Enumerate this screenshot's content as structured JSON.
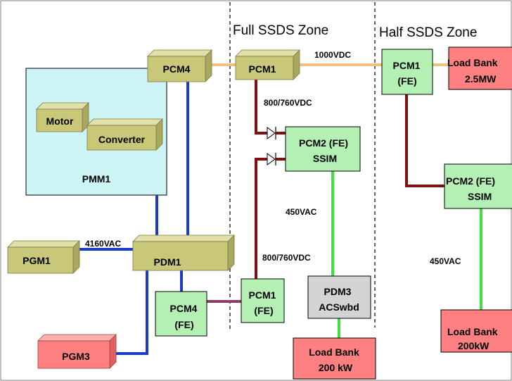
{
  "zones": {
    "full": "Full  SSDS  Zone",
    "half": "Half  SSDS Zone"
  },
  "container": {
    "label": "PMM1"
  },
  "nodes": {
    "pcm4_top": "PCM4",
    "pcm1_top": "PCM1",
    "motor": "Motor",
    "converter": "Converter",
    "pgm1": "PGM1",
    "pdm1": "PDM1",
    "pgm3": "PGM3",
    "pcm2_fe_mid": [
      "PCM2 (FE)",
      "SSIM"
    ],
    "pdm3": [
      "PDM3",
      "ACSwbd"
    ],
    "pcm4_fe": [
      "PCM4",
      "(FE)"
    ],
    "pcm1_fe_bottom": [
      "PCM1",
      "(FE)"
    ],
    "load_bank_bottom": [
      "Load Bank",
      "200 kW"
    ],
    "pcm1_fe_right": [
      "PCM1",
      "(FE)"
    ],
    "load_bank_top_right": [
      "Load Bank",
      "2.5MW"
    ],
    "pcm2_fe_right": [
      "PCM2 (FE)",
      "SSIM"
    ],
    "load_bank_right": [
      "Load Bank",
      "200kW"
    ]
  },
  "edge_labels": {
    "dc_1000": "1000VDC",
    "dc_800_top": "800/760VDC",
    "ac_450_mid": "450VAC",
    "ac_4160": "4160VAC",
    "dc_800_bottom": "800/760VDC",
    "ac_450_right": "450VAC"
  },
  "colors": {
    "olive_box": "#c8c878",
    "green_box": "#b4f0b4",
    "red_box": "#ff8080",
    "gray_box": "#d4d4d4",
    "container_fill": "#cdf5f5",
    "line_blue": "#1c3cc8",
    "line_orange": "#f0c080",
    "line_maroon": "#801010",
    "line_green": "#40e040",
    "line_purple": "#8c3c64"
  }
}
